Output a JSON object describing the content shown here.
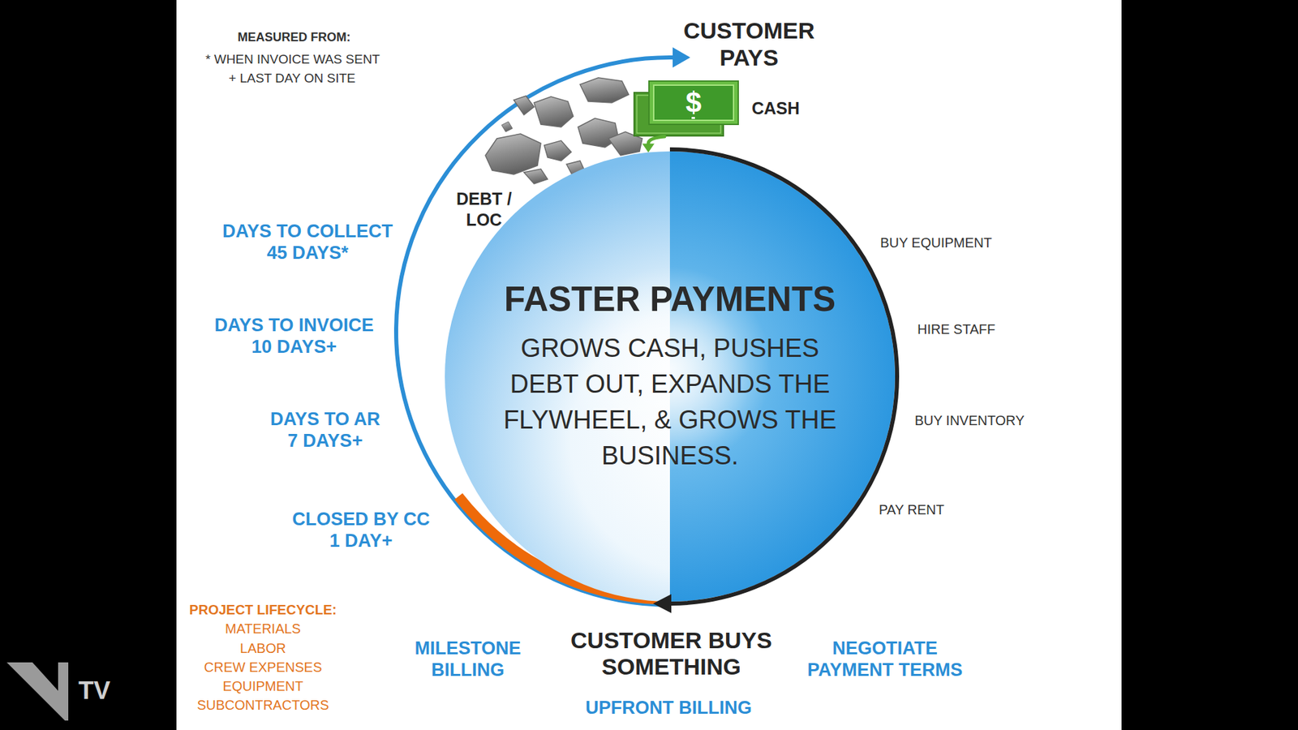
{
  "diagram": {
    "nodes": [
      {
        "text": [
          "$"
        ]
      },
      {
        "text": [
          "FASTER PAYMENTS",
          "GROWS CASH, PUSHES DEBT OUT, EXPANDS THE FLYWHEEL, & GROWS THE BUSINESS."
        ]
      }
    ],
    "edges": [
      {
        "from": 0,
        "to": 1,
        "arrow": "to"
      }
    ],
    "labels": [
      "MEASURED FROM:",
      "* WHEN INVOICE WAS SENT",
      "+ LAST DAY ON SITE",
      "CUSTOMER PAYS",
      "CASH",
      "DEBT / LOC",
      "DAYS TO COLLECT 45 DAYS*",
      "BUY EQUIPMENT",
      "DAYS TO INVOICE 10 DAYS+",
      "HIRE STAFF",
      "DAYS TO AR 7 DAYS+",
      "BUY INVENTORY",
      "CLOSED BY CC 1 DAY+",
      "PAY RENT",
      "PROJECT LIFECYCLE:",
      "MATERIALS",
      "LABOR",
      "CREW EXPENSES",
      "EQUIPMENT",
      "SUBCONTRACTORS",
      "MILESTONE BILLING",
      "CUSTOMER BUYS SOMETHING",
      "NEGOTIATE PAYMENT TERMS",
      "UPFRONT BILLING",
      "TV"
    ]
  }
}
